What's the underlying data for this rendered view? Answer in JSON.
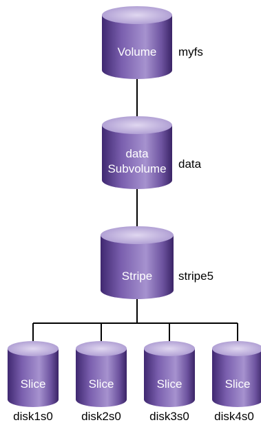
{
  "nodes": {
    "volume": {
      "type_label": "Volume",
      "name": "myfs"
    },
    "subvolume": {
      "type_line1": "data",
      "type_line2": "Subvolume",
      "name": "data"
    },
    "stripe": {
      "type_label": "Stripe",
      "name": "stripe5"
    },
    "slices": [
      {
        "type_label": "Slice",
        "name": "disk1s0"
      },
      {
        "type_label": "Slice",
        "name": "disk2s0"
      },
      {
        "type_label": "Slice",
        "name": "disk3s0"
      },
      {
        "type_label": "Slice",
        "name": "disk4s0"
      }
    ]
  },
  "colors": {
    "cylinder_dark": "#3f2870",
    "cylinder_mid": "#7a5fae",
    "cylinder_light": "#b6a5d8",
    "cylinder_top": "#cfc3e6"
  }
}
